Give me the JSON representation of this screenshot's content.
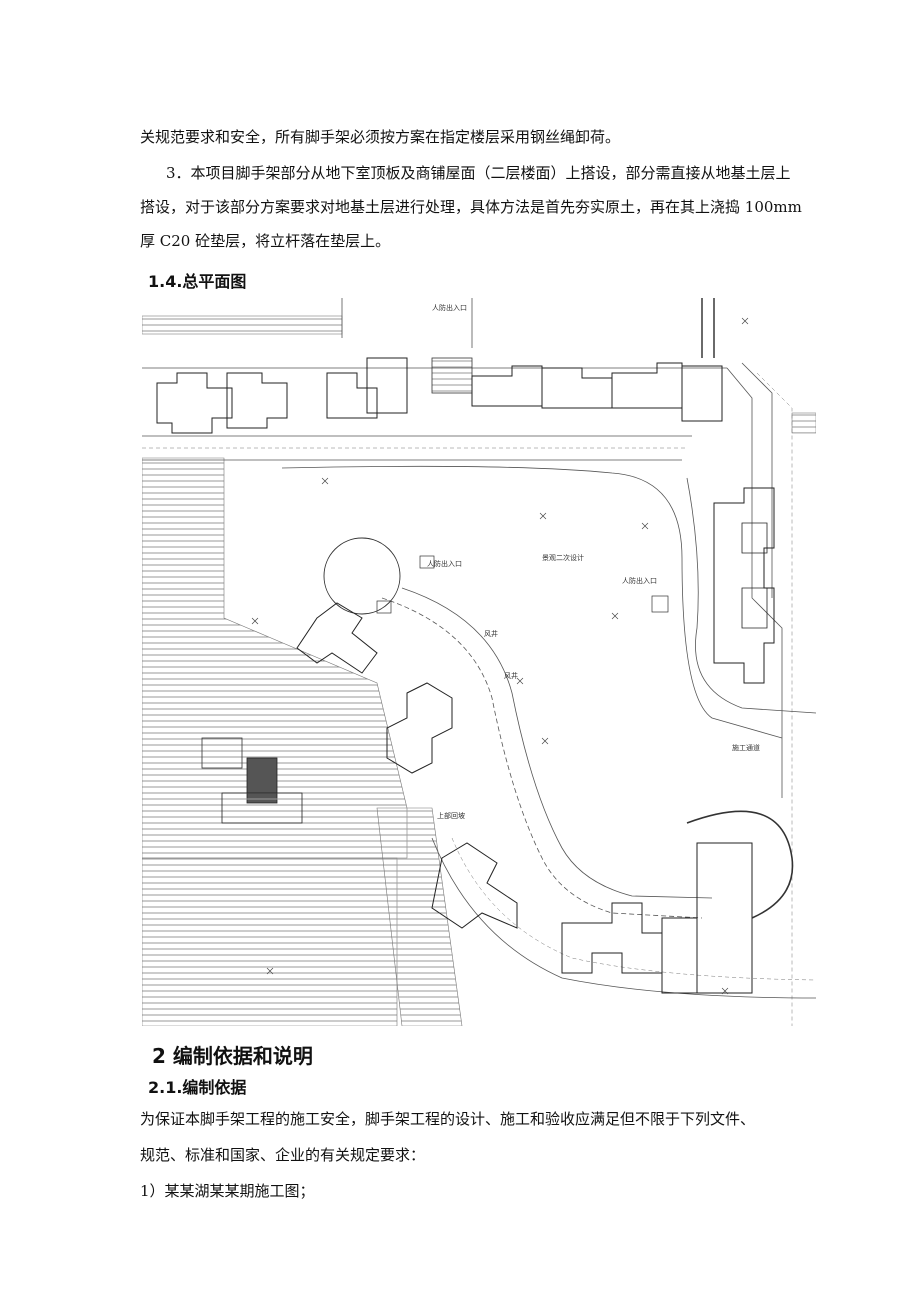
{
  "intro": {
    "line1": "关规范要求和安全，所有脚手架必须按方案在指定楼层采用钢丝绳卸荷。",
    "item3_line1": "3．本项目脚手架部分从地下室顶板及商铺屋面（二层楼面）上搭设，部分需直接从地基土层上",
    "item3_line2": "搭设，对于该部分方案要求对地基土层进行处理，具体方法是首先夯实原土，再在其上浇捣 100mm",
    "item3_line3": "厚 C20 砼垫层，将立杆落在垫层上。"
  },
  "section_1_4": {
    "heading": "1.4.总平面图"
  },
  "site_plan": {
    "labels": [
      "人防出入口",
      "人防出入口",
      "景观二次设计",
      "风井",
      "风井",
      "施工通道",
      "上部回坡",
      "人防出入口"
    ]
  },
  "section_2": {
    "heading": "2  编制依据和说明"
  },
  "section_2_1": {
    "heading": "2.1.编制依据",
    "para_line1": "为保证本脚手架工程的施工安全，脚手架工程的设计、施工和验收应满足但不限于下列文件、",
    "para_line2": "规范、标准和国家、企业的有关规定要求：",
    "list_item1": "1）某某湖某某期施工图；"
  }
}
